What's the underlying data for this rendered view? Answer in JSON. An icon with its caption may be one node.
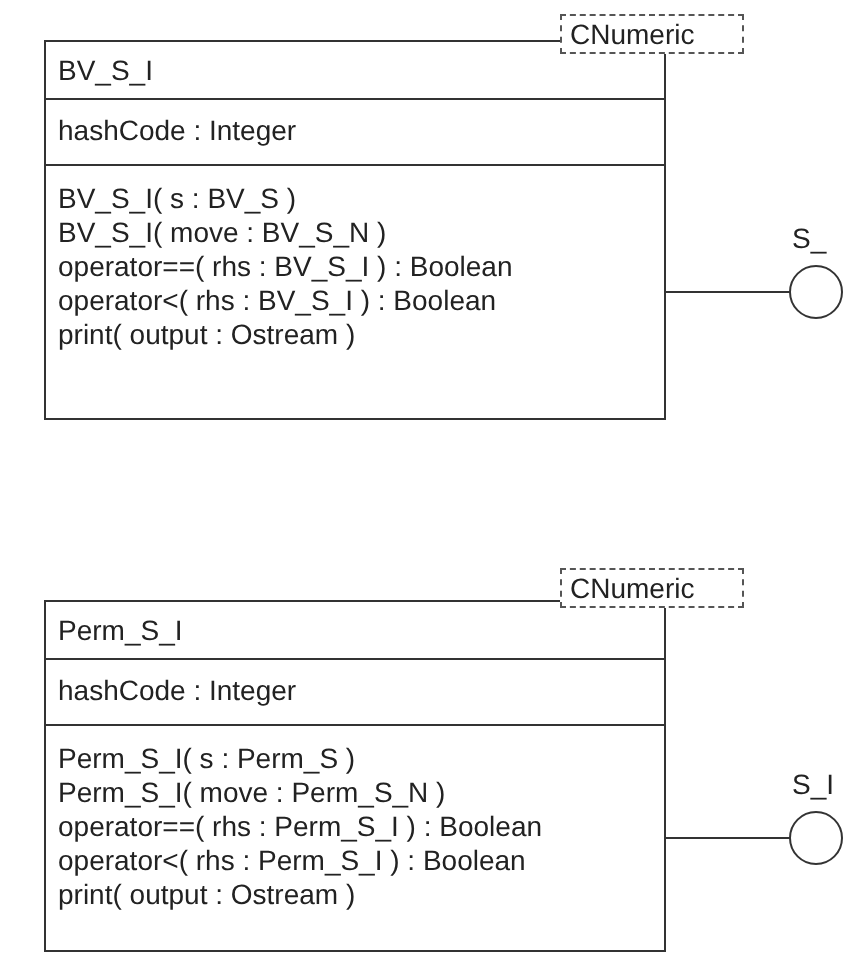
{
  "diagram": {
    "nodes": [
      {
        "text": [
          "BV_S_I",
          "hashCode : Integer",
          "BV_S_I( s : BV_S )",
          "BV_S_I( move : BV_S_N )",
          "operator==( rhs : BV_S_I ) : Boolean",
          "operator<( rhs : BV_S_I ) : Boolean",
          "print( output : Ostream )"
        ]
      },
      {
        "text": [
          "CNumeric"
        ]
      },
      {
        "text": [
          "S_"
        ]
      },
      {
        "text": [
          "Perm_S_I",
          "hashCode : Integer",
          "Perm_S_I( s : Perm_S )",
          "Perm_S_I( move : Perm_S_N )",
          "operator==( rhs : Perm_S_I ) : Boolean",
          "operator<( rhs : Perm_S_I ) : Boolean",
          "print( output : Ostream )"
        ]
      },
      {
        "text": [
          "CNumeric"
        ]
      },
      {
        "text": [
          "S_I"
        ]
      }
    ],
    "edges": [
      {
        "from": 0,
        "to": 2,
        "arrow": "none"
      },
      {
        "from": 3,
        "to": 5,
        "arrow": "none"
      }
    ]
  }
}
